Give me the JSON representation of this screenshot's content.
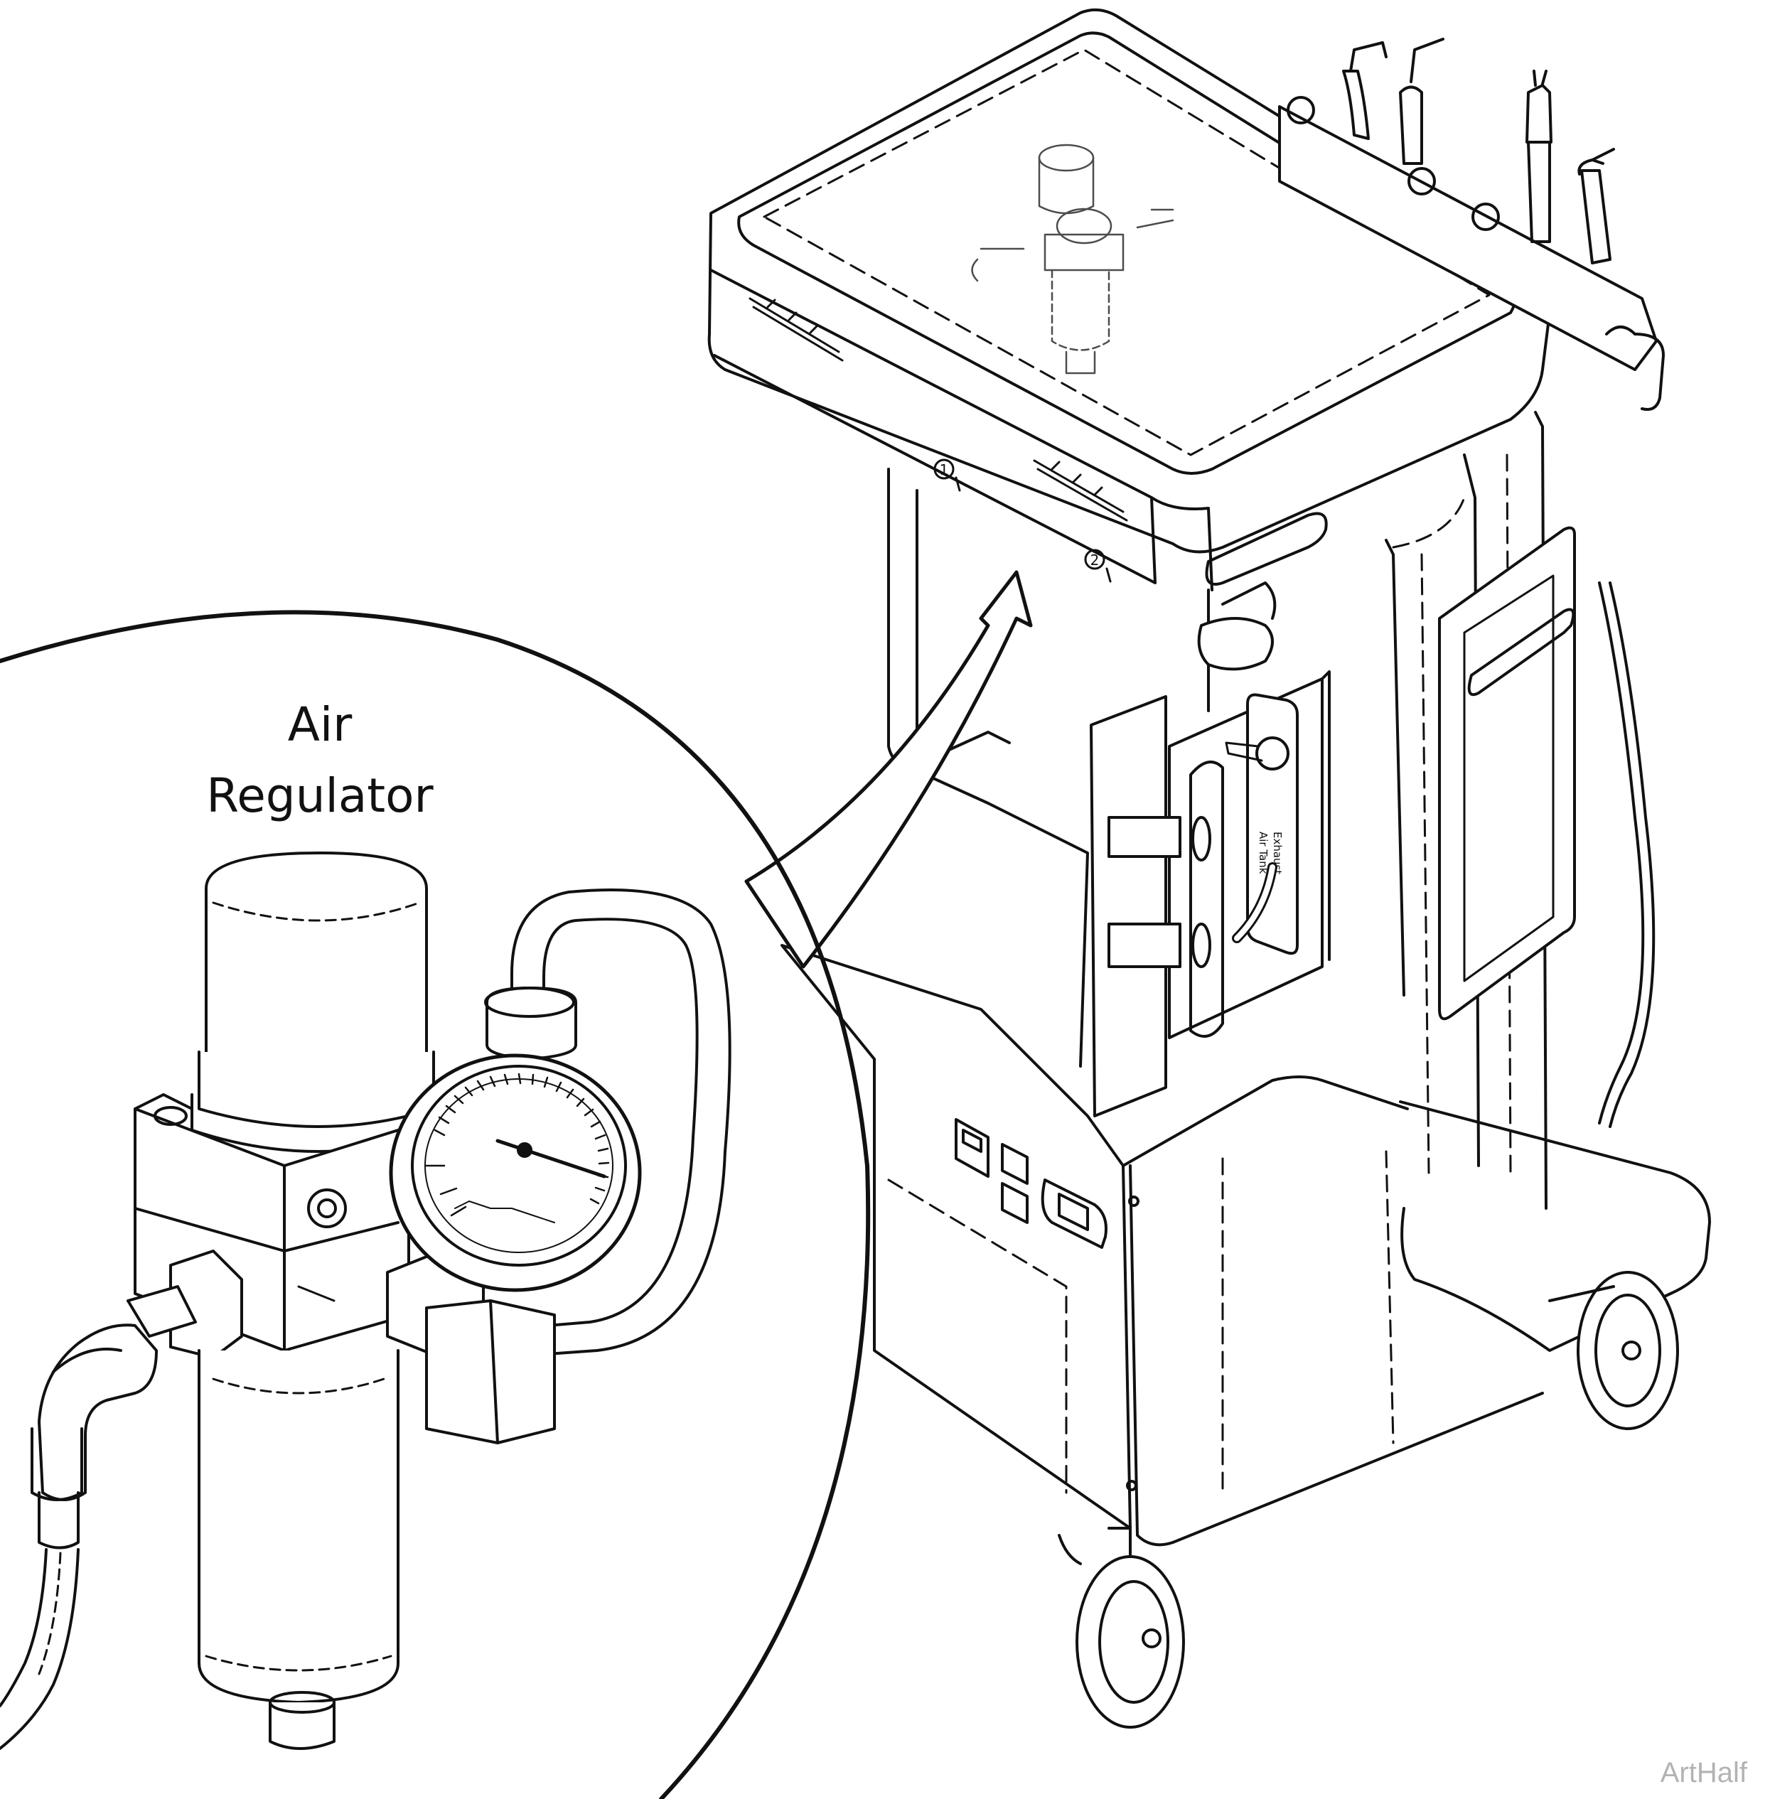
{
  "callout": {
    "title_line1": "Air",
    "title_line2": "Regulator"
  },
  "cart": {
    "panel_label_line1": "Air Tank",
    "panel_label_line2": "Exhaust",
    "marker_1": "1",
    "marker_2": "2"
  },
  "watermark": "ArtHalf",
  "colors": {
    "line": "#111111",
    "background": "#ffffff",
    "hidden_lines": "#333333",
    "watermark": "#b3b3b3"
  }
}
